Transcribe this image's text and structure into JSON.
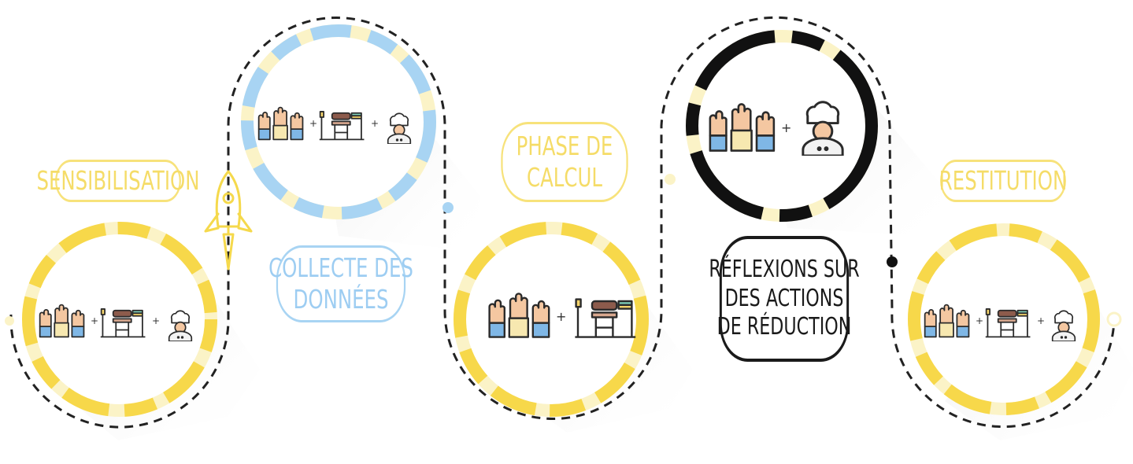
{
  "colors": {
    "yellow": "#f7d84a",
    "pale_yellow": "#fbf3c7",
    "blue": "#a8d4f3",
    "black": "#111111",
    "dashed_path": "#222222"
  },
  "steps": [
    {
      "id": "sensibilisation",
      "label_lines": [
        "SENSIBILISATION"
      ],
      "label_color": "yellow",
      "ring_color": "yellow",
      "icons": [
        "raised-hands-icon",
        "school-desk-icon",
        "chef-icon"
      ]
    },
    {
      "id": "collecte",
      "label_lines": [
        "COLLECTE DES",
        "DONNÉES"
      ],
      "label_color": "blue",
      "ring_color": "blue",
      "icons": [
        "raised-hands-icon",
        "school-desk-icon",
        "chef-icon"
      ]
    },
    {
      "id": "calcul",
      "label_lines": [
        "PHASE DE",
        "CALCUL"
      ],
      "label_color": "yellow",
      "ring_color": "yellow",
      "icons": [
        "raised-hands-icon",
        "school-desk-icon"
      ]
    },
    {
      "id": "reflexions",
      "label_lines": [
        "RÉFLEXIONS SUR",
        "DES ACTIONS",
        "DE RÉDUCTION"
      ],
      "label_color": "black",
      "ring_color": "black",
      "icons": [
        "raised-hands-icon",
        "chef-icon"
      ]
    },
    {
      "id": "restitution",
      "label_lines": [
        "RESTITUTION"
      ],
      "label_color": "yellow",
      "ring_color": "yellow",
      "icons": [
        "raised-hands-icon",
        "school-desk-icon",
        "chef-icon"
      ]
    }
  ],
  "plus_sign": "+",
  "start_icon": "rocket-icon"
}
